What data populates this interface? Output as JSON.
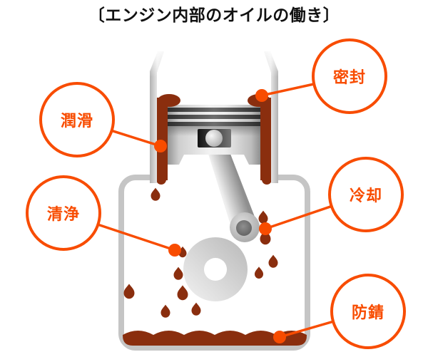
{
  "title": "〔エンジン内部のオイルの働き〕",
  "callouts": [
    {
      "id": "junkatsu",
      "label": "潤滑"
    },
    {
      "id": "mippuu",
      "label": "密封"
    },
    {
      "id": "seijou",
      "label": "清浄"
    },
    {
      "id": "reikyaku",
      "label": "冷却"
    },
    {
      "id": "bousei",
      "label": "防錆"
    }
  ],
  "colors": {
    "accent": "#f84c00",
    "oil": "#8a2e0e",
    "case_outline": "#c5c5c5"
  }
}
